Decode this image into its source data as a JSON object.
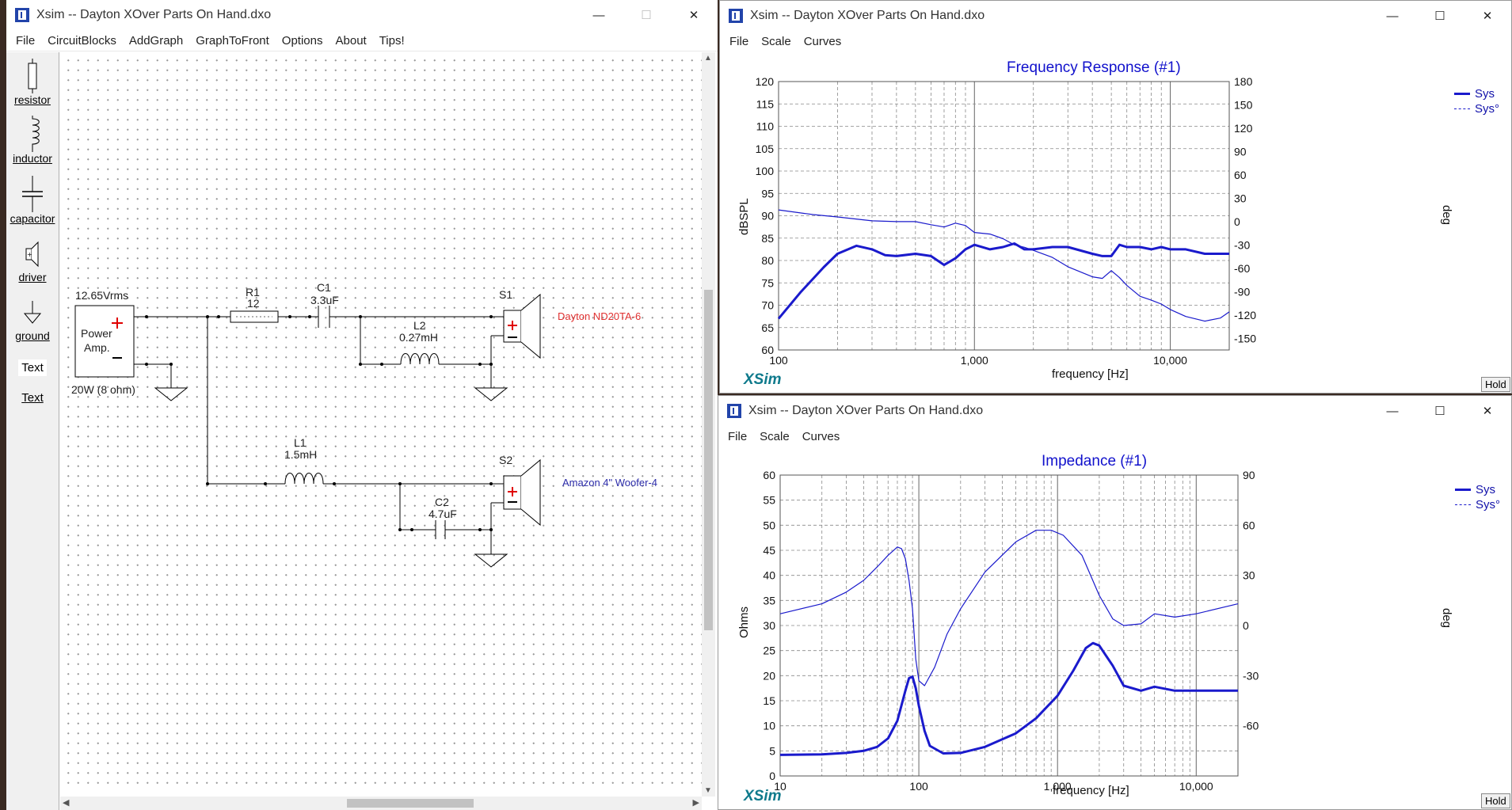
{
  "colors": {
    "curve": "#1a1acc",
    "titleBlue": "#1111cc",
    "xsim": "#0f7a8c",
    "tweeterLabel": "#e03030",
    "wooferLabel": "#2a2aa8",
    "plus": "#e00000"
  },
  "main": {
    "title": "Xsim -- Dayton XOver Parts On Hand.dxo",
    "menu": [
      "File",
      "CircuitBlocks",
      "AddGraph",
      "GraphToFront",
      "Options",
      "About",
      "Tips!"
    ],
    "palette": [
      {
        "label": "resistor",
        "icon": "resistor-icon"
      },
      {
        "label": "inductor",
        "icon": "inductor-icon"
      },
      {
        "label": "capacitor",
        "icon": "capacitor-icon"
      },
      {
        "label": "driver",
        "icon": "driver-icon"
      },
      {
        "label": "ground",
        "icon": "ground-icon"
      },
      {
        "label": "Text",
        "icon": "text-box-icon"
      },
      {
        "label": "Text",
        "icon": "text-icon"
      }
    ],
    "circuit": {
      "amp_voltage": "12.65Vrms",
      "amp_label1": "Power",
      "amp_label2": "Amp.",
      "amp_power": "20W (8 ohm)",
      "r1_name": "R1",
      "r1_value": "12",
      "c1_name": "C1",
      "c1_value": "3.3uF",
      "l2_name": "L2",
      "l2_value": "0.27mH",
      "s1_name": "S1",
      "s1_driver": "Dayton ND20TA-6",
      "l1_name": "L1",
      "l1_value": "1.5mH",
      "c2_name": "C2",
      "c2_value": "4.7uF",
      "s2_name": "S2",
      "s2_driver": "Amazon 4\" Woofer-4"
    }
  },
  "freq_window": {
    "title": "Xsim -- Dayton XOver Parts On Hand.dxo",
    "menu": [
      "File",
      "Scale",
      "Curves"
    ],
    "brand": "XSim",
    "hold_label": "Hold"
  },
  "imp_window": {
    "title": "Xsim -- Dayton XOver Parts On Hand.dxo",
    "menu": [
      "File",
      "Scale",
      "Curves"
    ],
    "brand": "XSim",
    "hold_label": "Hold"
  },
  "chart_data": [
    {
      "type": "line",
      "title": "Frequency Response (#1)",
      "xlabel": "frequency [Hz]",
      "ylabel": "dBSPL",
      "y2label": "deg",
      "xscale": "log",
      "xlim": [
        100,
        20000
      ],
      "ylim": [
        60,
        120
      ],
      "y2lim": [
        -165,
        180
      ],
      "xticks": [
        "100",
        "1,000",
        "10,000"
      ],
      "yticks": [
        "60",
        "65",
        "70",
        "75",
        "80",
        "85",
        "90",
        "95",
        "100",
        "105",
        "110",
        "115",
        "120"
      ],
      "y2ticks": [
        "-150",
        "-120",
        "-90",
        "-60",
        "-30",
        "0",
        "30",
        "60",
        "90",
        "120",
        "150",
        "180"
      ],
      "legend": [
        "Sys",
        "Sys°"
      ],
      "legend_position": "right",
      "grid": true,
      "series": [
        {
          "name": "Sys",
          "axis": "left",
          "style": "thick",
          "x": [
            100,
            130,
            170,
            200,
            250,
            300,
            350,
            400,
            500,
            600,
            700,
            800,
            900,
            1000,
            1200,
            1400,
            1600,
            1800,
            2000,
            2500,
            3000,
            4000,
            4500,
            5000,
            5500,
            6000,
            7000,
            8000,
            9000,
            10000,
            12000,
            15000,
            20000
          ],
          "y": [
            67,
            73,
            78.5,
            81.5,
            83.3,
            82.5,
            81.2,
            81,
            81.5,
            81,
            79,
            80.5,
            82.5,
            83.5,
            82.5,
            83,
            83.8,
            82.5,
            82.5,
            83,
            83,
            81.5,
            81,
            81,
            83.5,
            83,
            83,
            82.5,
            83,
            82.5,
            82.5,
            81.5,
            81.5
          ]
        },
        {
          "name": "Sys°",
          "axis": "right",
          "style": "thin",
          "x": [
            100,
            150,
            200,
            300,
            400,
            500,
            600,
            700,
            800,
            900,
            1000,
            1200,
            1400,
            1600,
            1800,
            2000,
            2500,
            3000,
            4000,
            4500,
            5000,
            5500,
            6000,
            7000,
            8000,
            9000,
            10000,
            12000,
            15000,
            18000,
            20000
          ],
          "y": [
            15,
            9,
            6,
            1,
            0,
            0,
            -4,
            -7,
            -2,
            -5,
            -14,
            -16,
            -22,
            -30,
            -33,
            -37,
            -46,
            -58,
            -71,
            -73,
            -63,
            -72,
            -82,
            -96,
            -101,
            -106,
            -113,
            -122,
            -128,
            -124,
            -116
          ]
        }
      ]
    },
    {
      "type": "line",
      "title": "Impedance (#1)",
      "xlabel": "frequency [Hz]",
      "ylabel": "Ohms",
      "y2label": "deg",
      "xscale": "log",
      "xlim": [
        10,
        20000
      ],
      "ylim": [
        0,
        60
      ],
      "y2lim": [
        -90,
        90
      ],
      "xticks": [
        "10",
        "100",
        "1,000",
        "10,000"
      ],
      "yticks": [
        "0",
        "5",
        "10",
        "15",
        "20",
        "25",
        "30",
        "35",
        "40",
        "45",
        "50",
        "55",
        "60"
      ],
      "y2ticks": [
        "-60",
        "-30",
        "0",
        "30",
        "60",
        "90"
      ],
      "legend": [
        "Sys",
        "Sys°"
      ],
      "legend_position": "right",
      "grid": true,
      "series": [
        {
          "name": "Sys",
          "axis": "left",
          "style": "thick",
          "x": [
            10,
            20,
            30,
            40,
            50,
            60,
            70,
            80,
            85,
            90,
            95,
            100,
            110,
            120,
            150,
            200,
            300,
            500,
            700,
            1000,
            1300,
            1600,
            1800,
            2000,
            2500,
            3000,
            4000,
            5000,
            7000,
            10000,
            20000
          ],
          "y": [
            4.2,
            4.3,
            4.6,
            5,
            5.8,
            7.5,
            11,
            17,
            19.5,
            19.8,
            17.5,
            14,
            9,
            6,
            4.5,
            4.6,
            5.8,
            8.5,
            11.5,
            16,
            21,
            25.5,
            26.5,
            26,
            22,
            18,
            17,
            17.8,
            17,
            17,
            17
          ]
        },
        {
          "name": "Sys°",
          "axis": "right",
          "style": "thin",
          "x": [
            10,
            20,
            30,
            40,
            50,
            60,
            70,
            75,
            80,
            85,
            90,
            95,
            100,
            110,
            130,
            160,
            200,
            300,
            500,
            700,
            900,
            1100,
            1500,
            2000,
            2500,
            3000,
            4000,
            5000,
            7000,
            10000,
            20000
          ],
          "y": [
            7,
            13,
            20,
            27,
            35,
            42,
            47,
            46,
            40,
            27,
            10,
            -20,
            -33,
            -36,
            -25,
            -5,
            10,
            32,
            50,
            57,
            57,
            54,
            42,
            18,
            4,
            0,
            1,
            7,
            5,
            7,
            13
          ]
        }
      ]
    }
  ]
}
